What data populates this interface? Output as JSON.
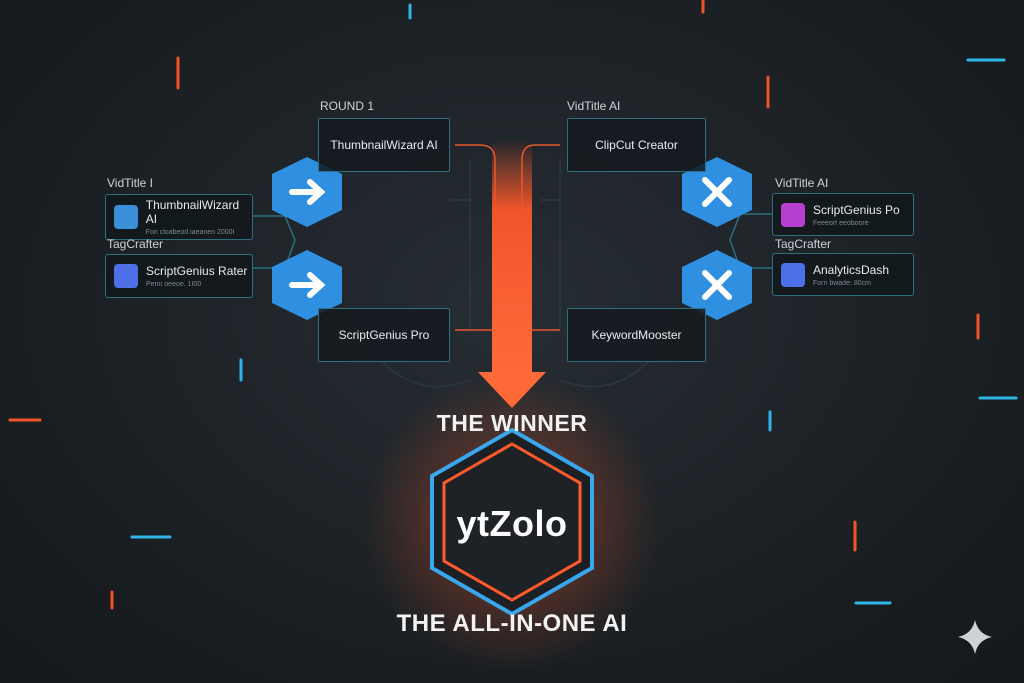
{
  "round_label": "ROUND 1",
  "right_round_label": "VidTitle AI",
  "matchups": {
    "left_top": "ThumbnailWizard AI",
    "left_bottom": "ScriptGenius Pro",
    "right_top": "ClipCut Creator",
    "right_bottom": "KeywordMooster"
  },
  "left_cards": [
    {
      "label": "VidTitle I",
      "title": "ThumbnailWizard AI",
      "sub": "Fon cloabeod iaeanen 2000I",
      "icon": "owl-icon",
      "color": "#3a8fd8"
    },
    {
      "label": "TagCrafter",
      "title": "ScriptGenius Rater",
      "sub": "Penn oeeoe. 1I00",
      "icon": "keyboard-icon",
      "color": "#4d6fe8"
    }
  ],
  "right_cards": [
    {
      "label": "VidTitle AI",
      "title": "ScriptGenius Po",
      "sub": "Feeeort eeoboore",
      "icon": "robot-icon",
      "color": "#b63fcf"
    },
    {
      "label": "TagCrafter",
      "title": "AnalyticsDash",
      "sub": "Forn bwade: 80cm",
      "icon": "keyboard-icon",
      "color": "#4d6fe8"
    }
  ],
  "winner_heading": "THE WINNER",
  "winner_name": "ytZolo",
  "winner_tagline": "THE ALL-IN-ONE AI",
  "colors": {
    "accent_blue": "#2f8fe0",
    "accent_orange": "#f0552a",
    "border_teal": "#2b6f80"
  }
}
